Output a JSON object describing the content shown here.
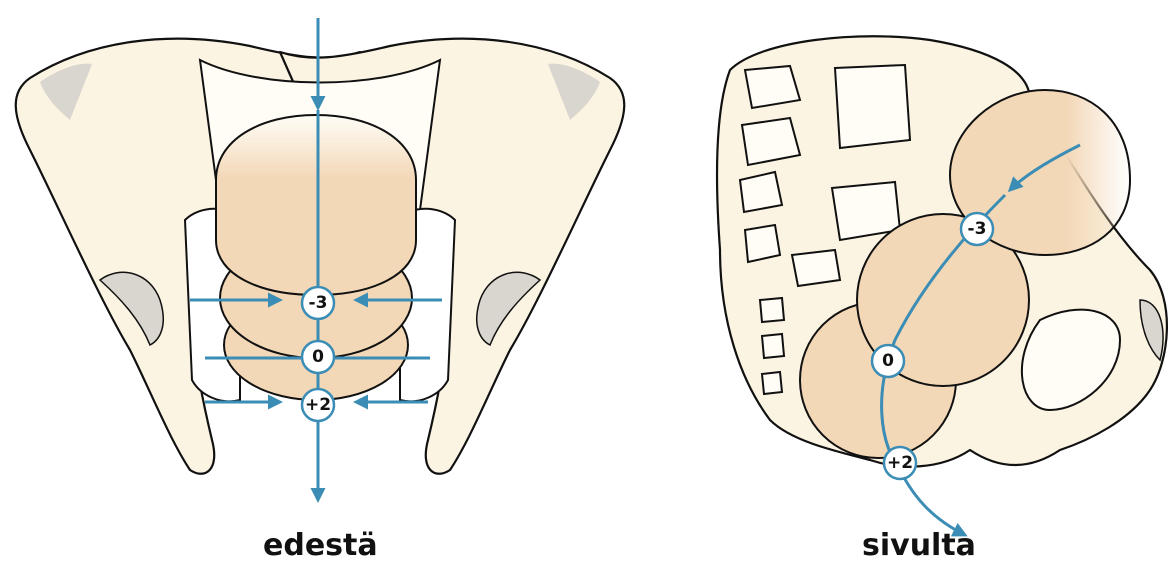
{
  "captions": {
    "front": "edestä",
    "side": "sivulta"
  },
  "stations": {
    "front": [
      "-3",
      "0",
      "+2"
    ],
    "side": [
      "-3",
      "0",
      "+2"
    ]
  },
  "colors": {
    "bone": "#fbf4e2",
    "bone_outline": "#111111",
    "fetal_head": "#f3d8b8",
    "arrow": "#3b8db5"
  }
}
